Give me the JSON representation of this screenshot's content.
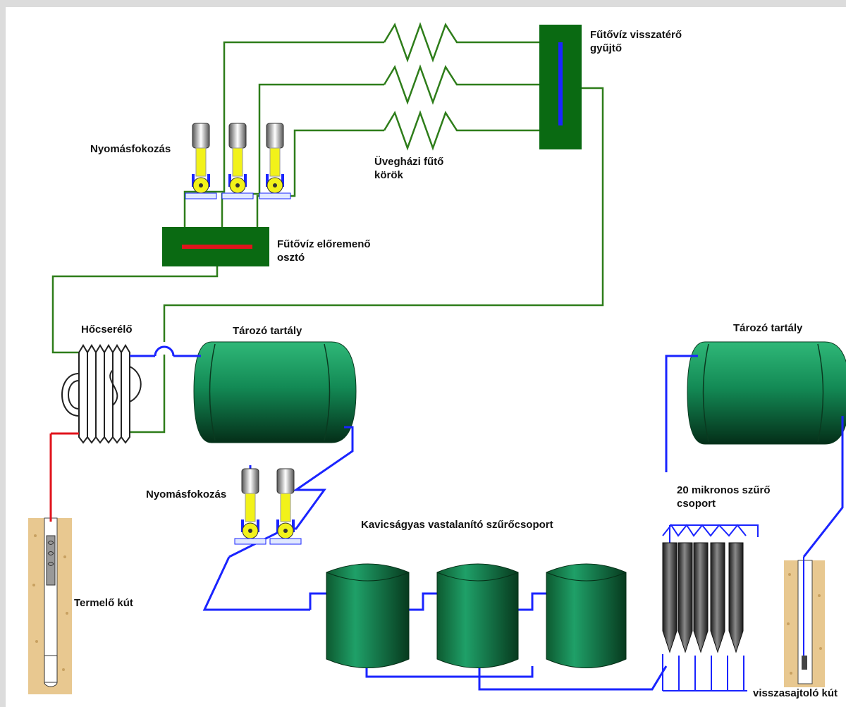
{
  "labels": {
    "return_collector": "Fűtővíz visszatérő\ngyűjtő",
    "pressure_boost_top": "Nyomásfokozás",
    "greenhouse_circuits": "Üvegházi fűtő\nkörök",
    "supply_distributor": "Fűtővíz előremenő\nosztó",
    "heat_exchanger": "Hőcserélő",
    "storage_tank_left": "Tározó tartály",
    "storage_tank_right": "Tározó tartály",
    "pressure_boost_bottom": "Nyomásfokozás",
    "filter_group_20um": "20 mikronos szűrő\ncsoport",
    "gravel_filter_group": "Kavicságyas vastalanító szűrőcsoport",
    "production_well": "Termelő kút",
    "injection_well": "visszasajtoló kút"
  },
  "colors": {
    "background": "#dcdcdc",
    "canvas": "#ffffff",
    "hot_water_line": "#2e7d1a",
    "thermal_water_line": "#1a24ff",
    "production_line": "#e0141c",
    "collector_fill": "#0a6a12",
    "tank_fill": "#1a9060",
    "pump_body": "#f2f21a",
    "filter_cartridge": "#3a3a3a",
    "soil": "#e8c890"
  },
  "icons": [
    "pump-icon",
    "tank-icon",
    "heat-exchanger-icon",
    "filter-cartridge-icon",
    "well-icon",
    "heating-coil-icon"
  ]
}
